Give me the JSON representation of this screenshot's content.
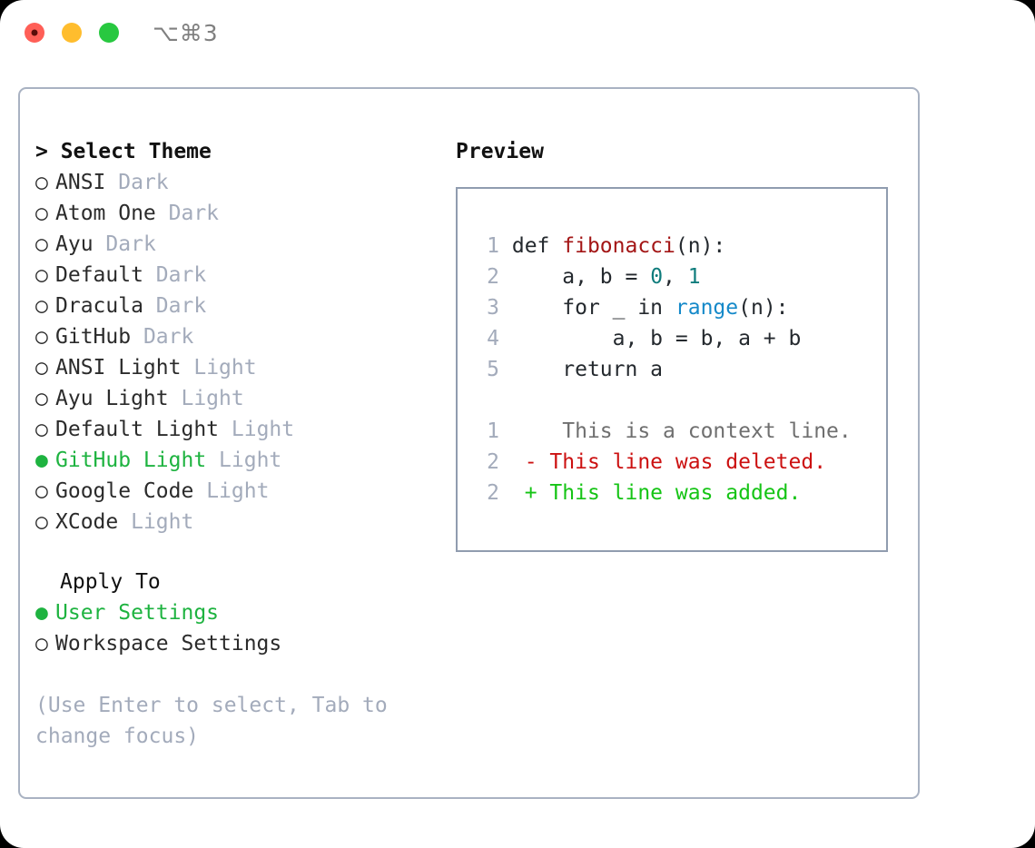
{
  "titlebar": {
    "shortcut": "⌥⌘3",
    "controls": [
      {
        "name": "close-button",
        "color": "#ff5f57"
      },
      {
        "name": "minimize-button",
        "color": "#ffbd2e"
      },
      {
        "name": "maximize-button",
        "color": "#28c840"
      }
    ]
  },
  "theme_picker": {
    "heading": "> Select Theme",
    "caret": ">",
    "heading_text": "Select Theme",
    "marker_selected": "●",
    "marker_unselected": "○",
    "selected_color": "#1eb340",
    "variant_color": "#a3abbb",
    "items": [
      {
        "marker": "○",
        "name": "ANSI",
        "variant": "Dark",
        "selected": false
      },
      {
        "marker": "○",
        "name": "Atom One",
        "variant": "Dark",
        "selected": false
      },
      {
        "marker": "○",
        "name": "Ayu",
        "variant": "Dark",
        "selected": false
      },
      {
        "marker": "○",
        "name": "Default",
        "variant": "Dark",
        "selected": false
      },
      {
        "marker": "○",
        "name": "Dracula",
        "variant": "Dark",
        "selected": false
      },
      {
        "marker": "○",
        "name": "GitHub",
        "variant": "Dark",
        "selected": false
      },
      {
        "marker": "○",
        "name": "ANSI Light",
        "variant": "Light",
        "selected": false
      },
      {
        "marker": "○",
        "name": "Ayu Light",
        "variant": "Light",
        "selected": false
      },
      {
        "marker": "○",
        "name": "Default Light",
        "variant": "Light",
        "selected": false
      },
      {
        "marker": "●",
        "name": "GitHub Light",
        "variant": "Light",
        "selected": true
      },
      {
        "marker": "○",
        "name": "Google Code",
        "variant": "Light",
        "selected": false
      },
      {
        "marker": "○",
        "name": "XCode",
        "variant": "Light",
        "selected": false
      }
    ]
  },
  "apply_to": {
    "heading": "Apply To",
    "items": [
      {
        "marker": "●",
        "label": "User Settings",
        "selected": true
      },
      {
        "marker": "○",
        "label": "Workspace Settings",
        "selected": false
      }
    ]
  },
  "hint": "(Use Enter to select, Tab to change focus)",
  "preview": {
    "title": "Preview",
    "code_lines": [
      {
        "no": "1",
        "segments": [
          {
            "text": "def ",
            "style": "plain"
          },
          {
            "text": "fibonacci",
            "style": "fn"
          },
          {
            "text": "(n):",
            "style": "plain"
          }
        ]
      },
      {
        "no": "2",
        "segments": [
          {
            "text": "    a, b = ",
            "style": "plain"
          },
          {
            "text": "0",
            "style": "num"
          },
          {
            "text": ", ",
            "style": "plain"
          },
          {
            "text": "1",
            "style": "num"
          }
        ]
      },
      {
        "no": "3",
        "segments": [
          {
            "text": "    for _ in ",
            "style": "plain"
          },
          {
            "text": "range",
            "style": "call"
          },
          {
            "text": "(n):",
            "style": "plain"
          }
        ]
      },
      {
        "no": "4",
        "segments": [
          {
            "text": "        a, b = b, a + b",
            "style": "plain"
          }
        ]
      },
      {
        "no": "5",
        "segments": [
          {
            "text": "    return a",
            "style": "plain"
          }
        ]
      }
    ],
    "diff_lines": [
      {
        "no": "1",
        "sign": " ",
        "text": "  This is a context line.",
        "kind": "context"
      },
      {
        "no": "2",
        "sign": "-",
        "text": " This line was deleted.",
        "kind": "deleted"
      },
      {
        "no": "2",
        "sign": "+",
        "text": " This line was added.",
        "kind": "added"
      }
    ],
    "colors": {
      "function": "#a31515",
      "number": "#0f7c7c",
      "call": "#1589c9",
      "line_number": "#a3abbb",
      "context": "#6f6f6f",
      "deleted": "#cc1111",
      "added": "#15c415"
    }
  }
}
